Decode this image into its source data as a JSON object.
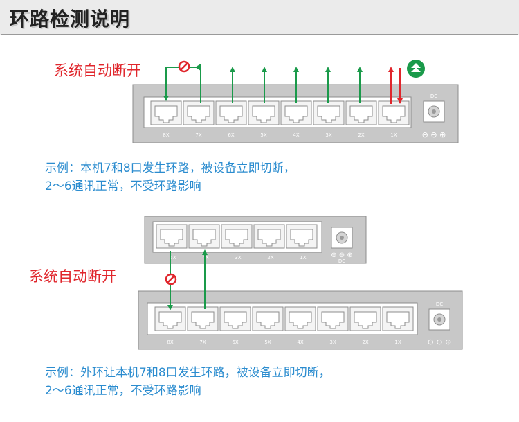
{
  "title": "环路检测说明",
  "example1": {
    "label": "系统自动断开",
    "caption_line1": "示例：本机7和8口发生环路，被设备立即切断，",
    "caption_line2": "2～6通讯正常，不受环路影响",
    "port_labels": [
      "8X",
      "7X",
      "6X",
      "5X",
      "4X",
      "3X",
      "2X",
      "1X"
    ],
    "dc_label": "DC"
  },
  "example2": {
    "label": "系统自动断开",
    "caption_line1": "示例：外环让本机7和8口发生环路，被设备立即切断，",
    "caption_line2": "2～6通讯正常，不受环路影响",
    "small_port_labels": [
      "5X",
      "4X",
      "3X",
      "2X",
      "1X"
    ],
    "small_dc_label": "DC",
    "port_labels": [
      "8X",
      "7X",
      "6X",
      "5X",
      "4X",
      "3X",
      "2X",
      "1X"
    ],
    "dc_label": "DC"
  },
  "colors": {
    "arrow_green": "#1a9a4a",
    "arrow_red": "#e0262c",
    "caption_blue": "#2b8ccf"
  },
  "icons": {
    "blocked": "no-entry-icon",
    "uplink": "upload-arrow-icon"
  }
}
